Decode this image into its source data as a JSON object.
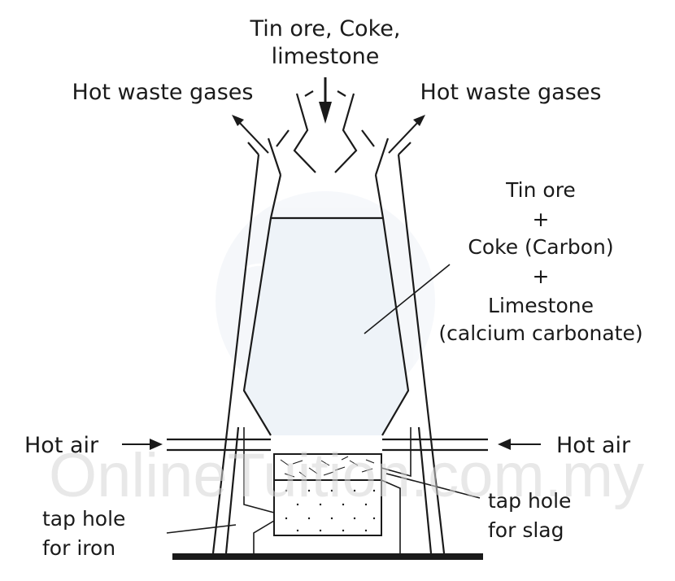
{
  "diagram": {
    "labels": {
      "feed_line1": "Tin ore, Coke,",
      "feed_line2": "limestone",
      "waste_left": "Hot waste gases",
      "waste_right": "Hot waste gases",
      "charge_1": "Tin ore",
      "charge_plus1": "+",
      "charge_2": "Coke (Carbon)",
      "charge_plus2": "+",
      "charge_3": "Limestone",
      "charge_4": "(calcium carbonate)",
      "hot_air_left": "Hot air",
      "hot_air_right": "Hot air",
      "tap_iron_1": "tap hole",
      "tap_iron_2": "for iron",
      "tap_slag_1": "tap hole",
      "tap_slag_2": "for slag"
    },
    "watermark": "OnlineTuition.com.my",
    "colors": {
      "line": "#1a1a1a",
      "charge_fill": "#eef3f8",
      "watermark": "#d6d6d6"
    }
  }
}
